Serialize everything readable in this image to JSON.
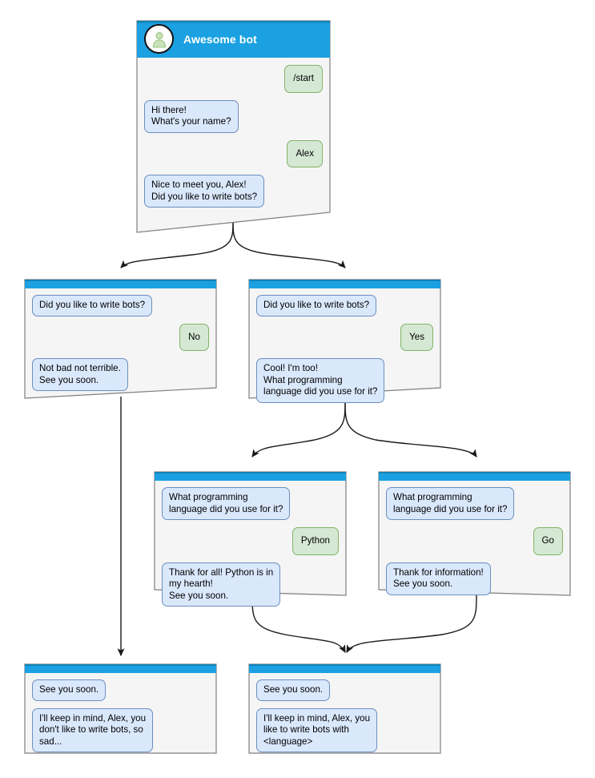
{
  "diagram": {
    "title": "Awesome bot conversation flow",
    "colors": {
      "header_blue": "#1ba1e2",
      "header_blue_dark": "#1383b7",
      "card_bg": "#f5f5f5",
      "card_border": "#808080",
      "bot_bubble_fill": "#dae8fc",
      "bot_bubble_border": "#6c8ebf",
      "user_bubble_fill": "#d5e8d4",
      "user_bubble_border": "#82b366",
      "avatar_person": "#a9d08e",
      "edge": "#1a1a1a",
      "canvas": "#ffffff"
    }
  },
  "cards": {
    "root": {
      "name": "root-start-card",
      "header_title": "Awesome bot",
      "avatar_icon": "person-avatar-icon",
      "messages": [
        {
          "side": "user",
          "text": "/start"
        },
        {
          "side": "bot",
          "text": "Hi there!\nWhat's your name?"
        },
        {
          "side": "user",
          "text": "Alex"
        },
        {
          "side": "bot",
          "text": "Nice to meet you, Alex!\nDid you like to write bots?"
        }
      ]
    },
    "no_branch": {
      "name": "branch-no-card",
      "messages": [
        {
          "side": "bot",
          "text": "Did you like to write bots?"
        },
        {
          "side": "user",
          "text": "No"
        },
        {
          "side": "bot",
          "text": "Not bad not terrible.\nSee you soon."
        }
      ]
    },
    "yes_branch": {
      "name": "branch-yes-card",
      "messages": [
        {
          "side": "bot",
          "text": "Did you like to write bots?"
        },
        {
          "side": "user",
          "text": "Yes"
        },
        {
          "side": "bot",
          "text": "Cool! I'm too!\nWhat programming\nlanguage did you use for it?"
        }
      ]
    },
    "python_branch": {
      "name": "branch-python-card",
      "messages": [
        {
          "side": "bot",
          "text": "What programming\nlanguage did you use for it?"
        },
        {
          "side": "user",
          "text": "Python"
        },
        {
          "side": "bot",
          "text": "Thank for all! Python is in\nmy hearth!\nSee you soon."
        }
      ]
    },
    "go_branch": {
      "name": "branch-go-card",
      "messages": [
        {
          "side": "bot",
          "text": "What programming\nlanguage did you use for it?"
        },
        {
          "side": "user",
          "text": "Go"
        },
        {
          "side": "bot",
          "text": "Thank for information!\nSee you soon."
        }
      ]
    },
    "end_sad": {
      "name": "end-sad-card",
      "messages": [
        {
          "side": "bot",
          "text": "See you soon."
        },
        {
          "side": "bot",
          "text": "I'll keep in mind, Alex, you\ndon't like to write bots, so\nsad..."
        }
      ]
    },
    "end_happy": {
      "name": "end-happy-card",
      "messages": [
        {
          "side": "bot",
          "text": "See you soon."
        },
        {
          "side": "bot",
          "text": "I'll keep in mind, Alex, you\nlike to write bots with\n<language>"
        }
      ]
    }
  }
}
